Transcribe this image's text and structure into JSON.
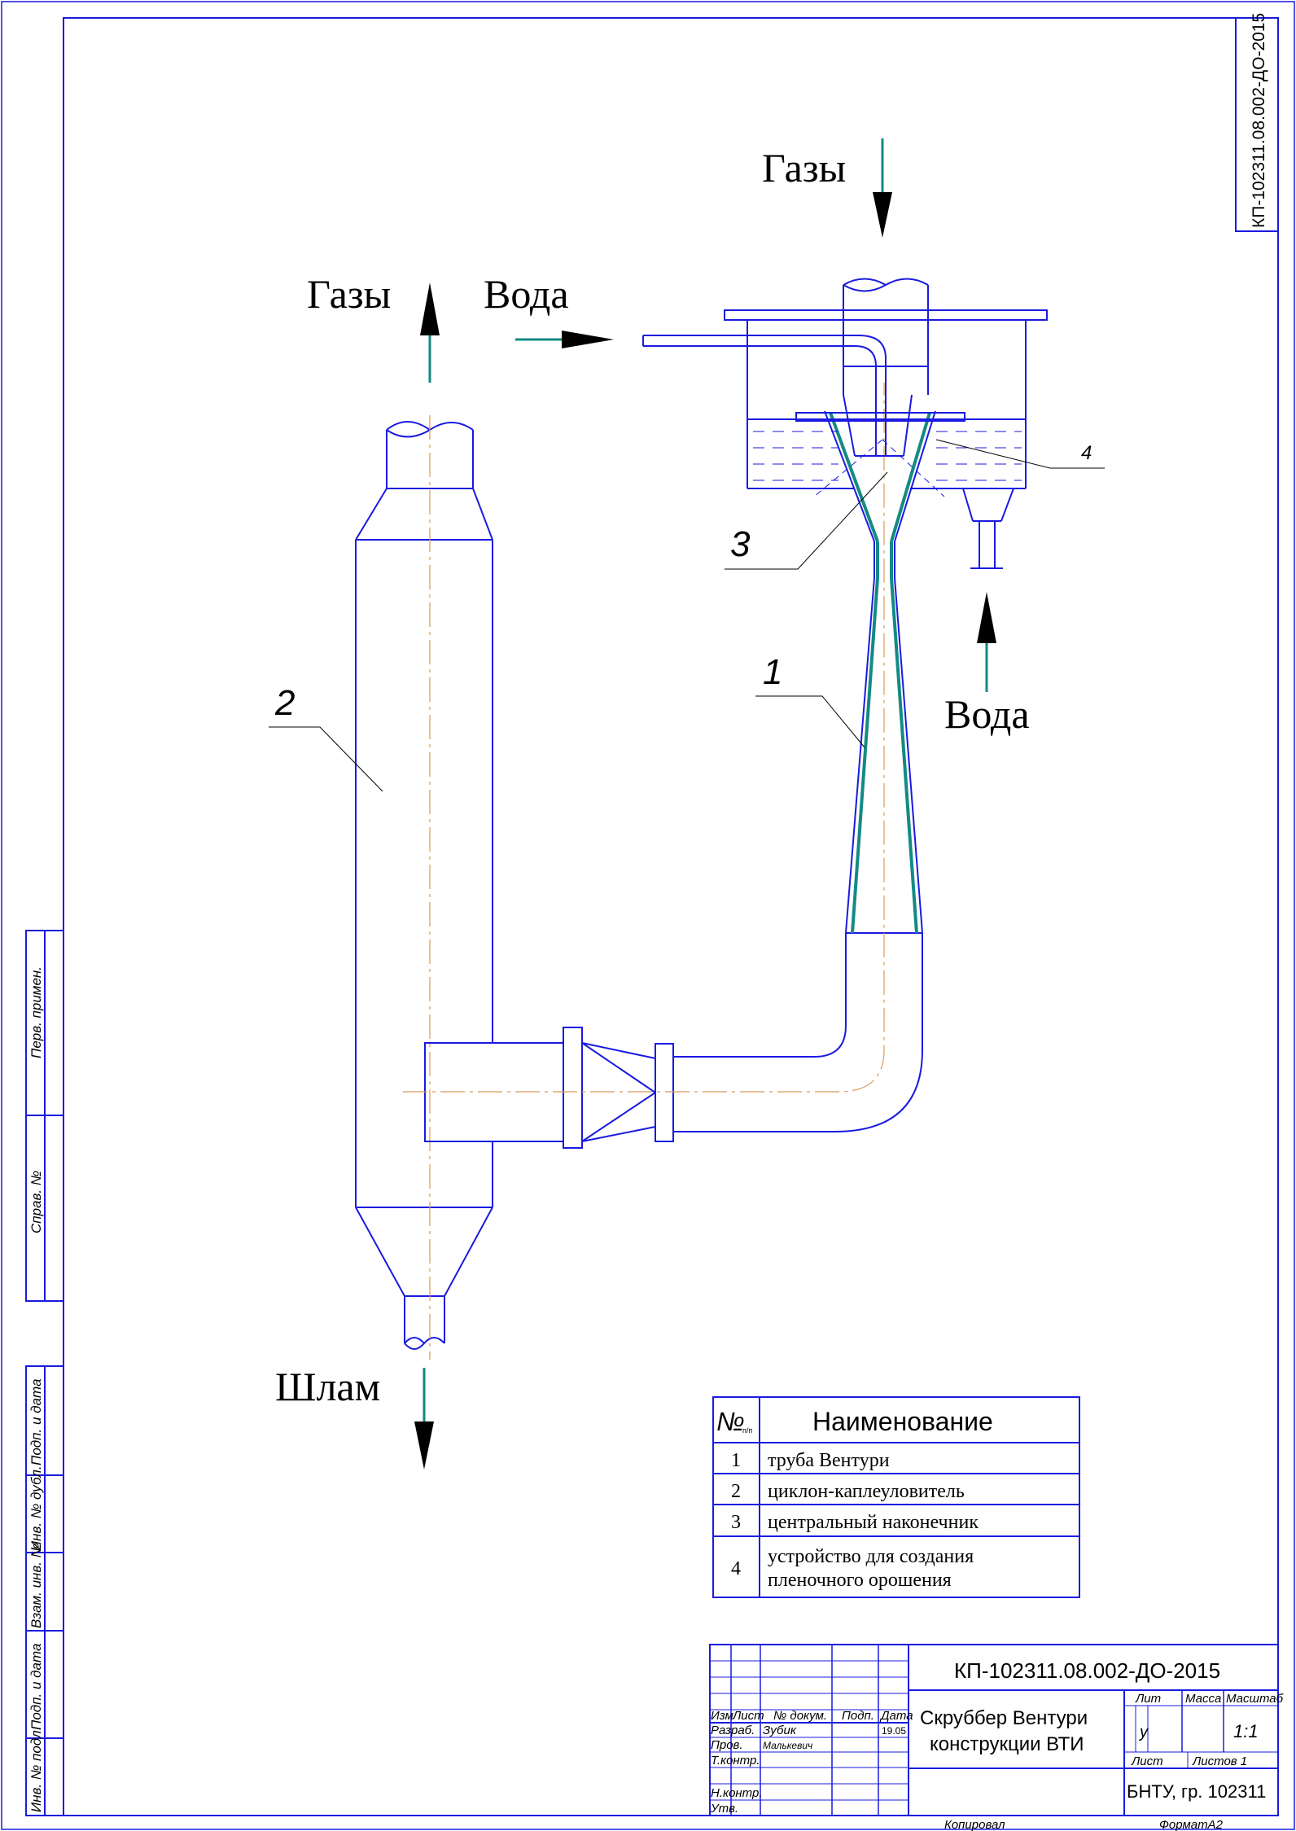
{
  "flows": {
    "gas_in": "Газы",
    "gas_out": "Газы",
    "water_in_top": "Вода",
    "water_in_side": "Вода",
    "sludge_out": "Шлам"
  },
  "callouts": {
    "n1": "1",
    "n2": "2",
    "n3": "3",
    "n4": "4"
  },
  "side_code": "КП-102311.08.002-ДО-2015",
  "left_margin": {
    "perv": "Перв. примен.",
    "sprav": "Справ. №",
    "podp_data_1": "Подп. и дата",
    "inv_dubl": "Инв. № дубл.",
    "vzam_inv": "Взам. инв. №",
    "podp_data_2": "Подп. и дата",
    "inv_podl": "Инв. № подл."
  },
  "parts_table": {
    "head_no": "№",
    "head_no_sub": "п/п",
    "head_name": "Наименование",
    "rows": [
      {
        "n": "1",
        "name": "труба Вентури"
      },
      {
        "n": "2",
        "name": "циклон-каплеуловитель"
      },
      {
        "n": "3",
        "name": "центральный наконечник"
      },
      {
        "n": "4",
        "name_1": "устройство для создания",
        "name_2": "пленочного орошения"
      }
    ]
  },
  "title_block": {
    "doc_code": "КП-102311.08.002-ДО-2015",
    "col_izm": "Изм",
    "col_list": "Лист",
    "col_dokum": "№ докум.",
    "col_podp": "Подп.",
    "col_data": "Дата",
    "razrab": "Разраб.",
    "razrab_name": "Зубик",
    "razrab_date": "19.05",
    "prov": "Пров.",
    "prov_name": "Малькевич",
    "t_kontr": "Т.контр.",
    "n_kontr": "Н.контр.",
    "utv": "Утв.",
    "title_1": "Скруббер Вентури",
    "title_2": "конструкции ВТИ",
    "lit": "Лит",
    "massa": "Масса",
    "masshtab": "Масштаб",
    "lit_val": "у",
    "scale": "1:1",
    "list": "Лист",
    "listov": "Листов 1",
    "org": "БНТУ, гр. 102311",
    "kopiroval": "Копировал",
    "format": "ФорматА2"
  },
  "colors": {
    "line": "#1a1ae0",
    "teal": "#138a84",
    "axis": "#d89a5a",
    "ink": "#000000"
  }
}
